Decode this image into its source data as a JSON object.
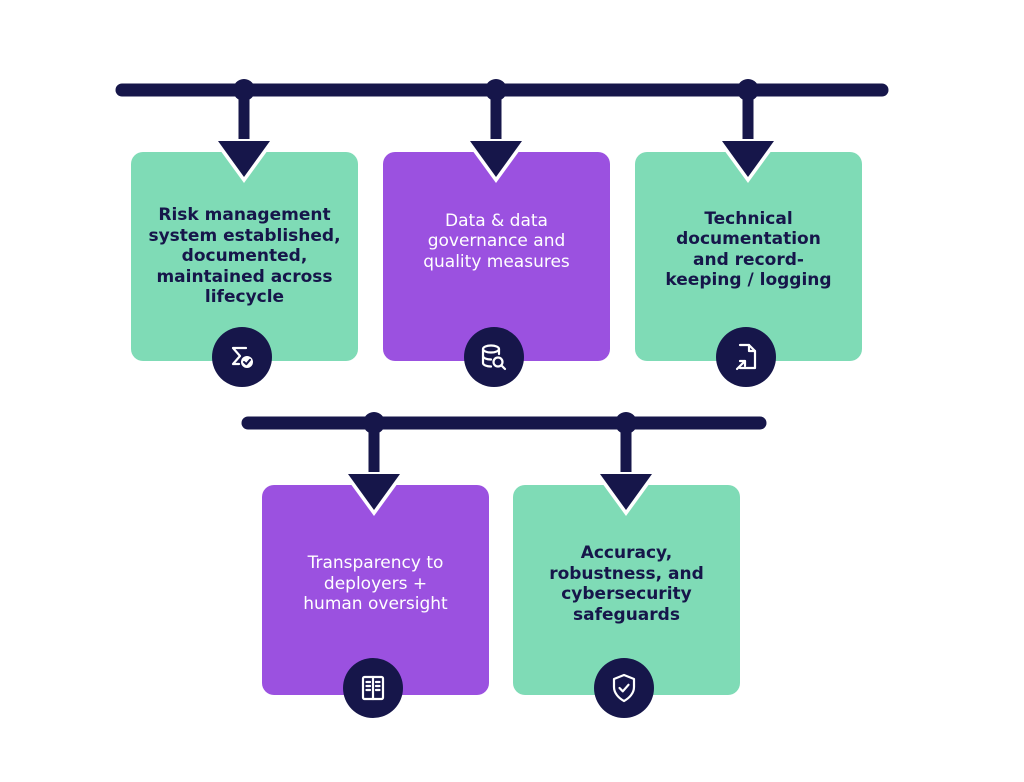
{
  "colors": {
    "navy": "#16164a",
    "green": "#7fdbb6",
    "purple": "#9b51e0",
    "background": "#ffffff"
  },
  "rows": [
    {
      "cards": [
        {
          "text": "Risk management\nsystem established,\ndocumented,\nmaintained across\nlifecycle",
          "color": "green",
          "icon": "sigma-check-icon"
        },
        {
          "text": "Data & data\ngovernance and\nquality measures",
          "color": "purple",
          "icon": "database-search-icon"
        },
        {
          "text": "Technical\ndocumentation\nand record-\nkeeping / logging",
          "color": "green",
          "icon": "document-link-icon"
        }
      ]
    },
    {
      "cards": [
        {
          "text": "Transparency to\ndeployers +\nhuman oversight",
          "color": "purple",
          "icon": "open-book-icon"
        },
        {
          "text": "Accuracy,\nrobustness, and\ncybersecurity\nsafeguards",
          "color": "green",
          "icon": "shield-check-icon"
        }
      ]
    }
  ]
}
